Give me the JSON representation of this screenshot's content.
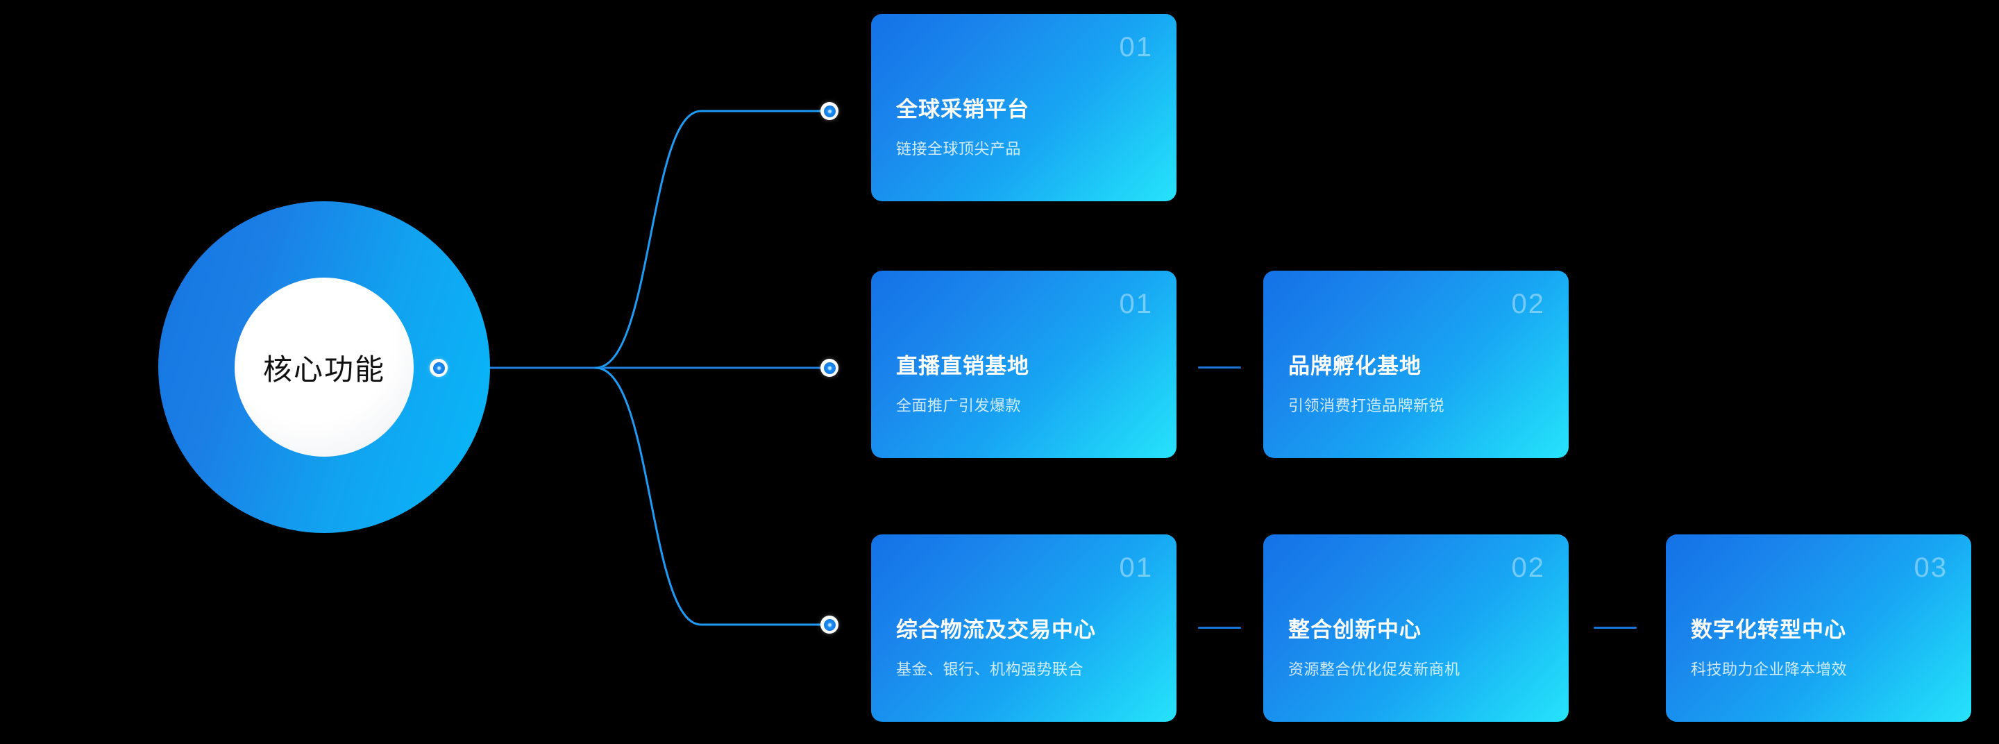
{
  "theme": {
    "background": "#000000",
    "hub_gradient_from": "#1574e0",
    "hub_gradient_to": "#07b9f9",
    "card_gradient_from": "#1472e6",
    "card_gradient_to": "#27e3fb",
    "connector_color": "#1e9cf5",
    "link_color": "#1774d8",
    "node_fill": "#1a8bf0",
    "node_ring": "#ffffff"
  },
  "hub": {
    "label": "核心功能"
  },
  "branches": [
    {
      "id": "branch-1",
      "cards": [
        {
          "number": "01",
          "title": "全球采销平台",
          "subtitle": "链接全球顶尖产品"
        }
      ]
    },
    {
      "id": "branch-2",
      "cards": [
        {
          "number": "01",
          "title": "直播直销基地",
          "subtitle": "全面推广引发爆款"
        },
        {
          "number": "02",
          "title": "品牌孵化基地",
          "subtitle": "引领消费打造品牌新锐"
        }
      ]
    },
    {
      "id": "branch-3",
      "cards": [
        {
          "number": "01",
          "title": "综合物流及交易中心",
          "subtitle": "基金、银行、机构强势联合"
        },
        {
          "number": "02",
          "title": "整合创新中心",
          "subtitle": "资源整合优化促发新商机"
        },
        {
          "number": "03",
          "title": "数字化转型中心",
          "subtitle": "科技助力企业降本增效"
        }
      ]
    }
  ]
}
